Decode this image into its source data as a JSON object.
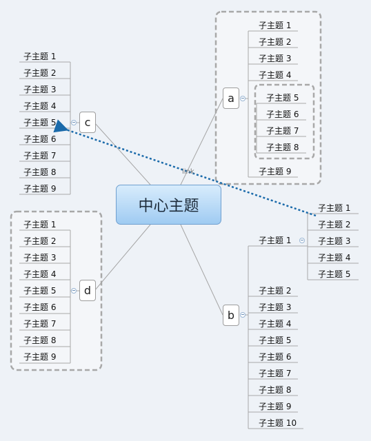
{
  "center_topic": "中心主题",
  "relationship_label": "link",
  "colors": {
    "center_fill_top": "#d8ecfc",
    "center_fill_bottom": "#9fcbf2",
    "relationship_line": "#1a6aaa",
    "boundary": "#a8a8a8",
    "connector": "#a5a5a5"
  },
  "branches": {
    "a": {
      "label": "a",
      "subtopics": [
        "子主题 1",
        "子主题 2",
        "子主题 3",
        "子主题 4",
        "子主题 5",
        "子主题 6",
        "子主题 7",
        "子主题 8",
        "子主题 9"
      ]
    },
    "b": {
      "label": "b",
      "subtopics": [
        "子主题 1",
        "子主题 2",
        "子主题 3",
        "子主题 4",
        "子主题 5",
        "子主题 6",
        "子主题 7",
        "子主题 8",
        "子主题 9",
        "子主题 10"
      ],
      "nested": [
        "子主题 1",
        "子主题 2",
        "子主题 3",
        "子主题 4",
        "子主题 5"
      ]
    },
    "c": {
      "label": "c",
      "subtopics": [
        "子主题 1",
        "子主题 2",
        "子主题 3",
        "子主题 4",
        "子主题 5",
        "子主题 6",
        "子主题 7",
        "子主题 8",
        "子主题 9"
      ]
    },
    "d": {
      "label": "d",
      "subtopics": [
        "子主题 1",
        "子主题 2",
        "子主题 3",
        "子主题 4",
        "子主题 5",
        "子主题 6",
        "子主题 7",
        "子主题 8",
        "子主题 9"
      ]
    }
  }
}
